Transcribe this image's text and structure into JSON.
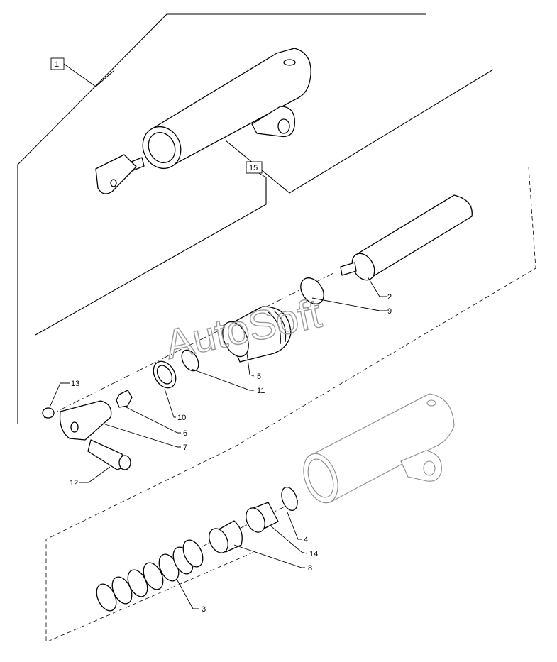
{
  "watermark": "AutoSoft",
  "callouts": {
    "c1": "1",
    "c2": "2",
    "c3": "3",
    "c4": "4",
    "c5": "5",
    "c6": "6",
    "c7": "7",
    "c8": "8",
    "c9": "9",
    "c10": "10",
    "c11": "11",
    "c12": "12",
    "c13": "13",
    "c14": "14",
    "c15": "15"
  }
}
